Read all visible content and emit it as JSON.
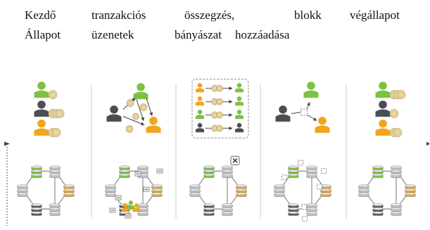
{
  "caption": {
    "line1": [
      "Kezdő",
      "tranzakciós",
      "összegzés,",
      "blokk",
      "végállapot"
    ],
    "line2": [
      "Állapot",
      "üzenetek",
      "bányászat",
      "hozzáadása"
    ]
  },
  "colors": {
    "green_user": "#7dc142",
    "dark_user": "#4a4d52",
    "orange_user": "#f2a51a",
    "coin": "#e9d8a8",
    "db_gray": "#bfc1c4",
    "db_green": "#7dc142",
    "db_orange": "#f2a51a",
    "db_dark": "#56595e",
    "separator": "#d4d4d4",
    "dashed_box": "#888888"
  },
  "icons": {
    "user": "user-icon",
    "coin": "coin-icon",
    "database": "database-icon",
    "tools": "hammer-wrench-icon",
    "message": "message-envelope-icon"
  },
  "stages": [
    {
      "name": "initial-state",
      "users": [
        "green",
        "dark",
        "orange"
      ],
      "coins": [
        1,
        3,
        2
      ]
    },
    {
      "name": "transaction-messages",
      "users": [
        "green",
        "dark",
        "orange"
      ]
    },
    {
      "name": "mining-summary",
      "rows": [
        "orange",
        "orange",
        "green",
        "dark"
      ]
    },
    {
      "name": "block-addition",
      "users": [
        "green",
        "dark",
        "orange"
      ]
    },
    {
      "name": "final-state",
      "users": [
        "green",
        "dark",
        "orange"
      ],
      "coins": [
        3,
        1,
        2
      ]
    }
  ]
}
